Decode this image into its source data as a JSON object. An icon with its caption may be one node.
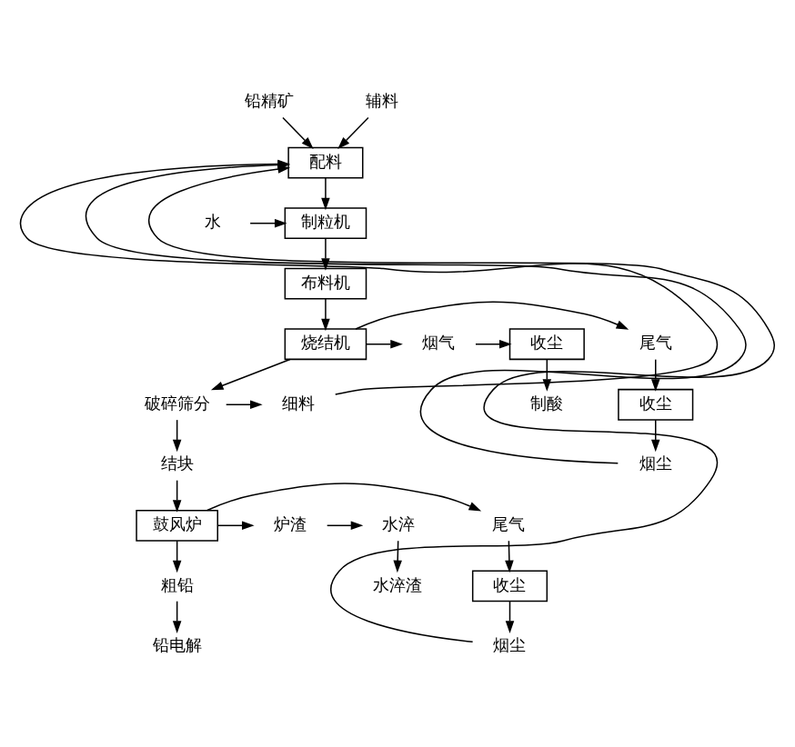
{
  "diagram": {
    "nodes": [
      {
        "text": [
          "铅精矿"
        ]
      },
      {
        "text": [
          "辅料"
        ]
      },
      {
        "text": [
          "配料"
        ]
      },
      {
        "text": [
          "水"
        ]
      },
      {
        "text": [
          "制粒机"
        ]
      },
      {
        "text": [
          "布料机"
        ]
      },
      {
        "text": [
          "烧结机"
        ]
      },
      {
        "text": [
          "尾气"
        ]
      },
      {
        "text": [
          "烟气"
        ]
      },
      {
        "text": [
          "收尘"
        ]
      },
      {
        "text": [
          "制酸"
        ]
      },
      {
        "text": [
          "收尘"
        ]
      },
      {
        "text": [
          "破碎筛分"
        ]
      },
      {
        "text": [
          "细料"
        ]
      },
      {
        "text": [
          "烟尘"
        ]
      },
      {
        "text": [
          "结块"
        ]
      },
      {
        "text": [
          "鼓风炉"
        ]
      },
      {
        "text": [
          "尾气"
        ]
      },
      {
        "text": [
          "炉渣"
        ]
      },
      {
        "text": [
          "水淬"
        ]
      },
      {
        "text": [
          "收尘"
        ]
      },
      {
        "text": [
          "粗铅"
        ]
      },
      {
        "text": [
          "水淬渣"
        ]
      },
      {
        "text": [
          "烟尘"
        ]
      },
      {
        "text": [
          "铅电解"
        ]
      }
    ],
    "edges": [
      {
        "from": 0,
        "to": 2,
        "arrow": "to"
      },
      {
        "from": 1,
        "to": 2,
        "arrow": "to"
      },
      {
        "from": 2,
        "to": 4,
        "arrow": "to"
      },
      {
        "from": 3,
        "to": 4,
        "arrow": "to"
      },
      {
        "from": 4,
        "to": 5,
        "arrow": "to"
      },
      {
        "from": 5,
        "to": 6,
        "arrow": "to"
      },
      {
        "from": 6,
        "to": 7,
        "arrow": "to"
      },
      {
        "from": 6,
        "to": 8,
        "arrow": "to"
      },
      {
        "from": 8,
        "to": 9,
        "arrow": "to"
      },
      {
        "from": 9,
        "to": 10,
        "arrow": "to"
      },
      {
        "from": 6,
        "to": 12,
        "arrow": "to"
      },
      {
        "from": 7,
        "to": 11,
        "arrow": "to"
      },
      {
        "from": 11,
        "to": 14,
        "arrow": "to"
      },
      {
        "from": 12,
        "to": 13,
        "arrow": "to"
      },
      {
        "from": 13,
        "to": 2,
        "arrow": "to"
      },
      {
        "from": 14,
        "to": 2,
        "arrow": "to"
      },
      {
        "from": 23,
        "to": 2,
        "arrow": "to"
      },
      {
        "from": 12,
        "to": 15,
        "arrow": "to"
      },
      {
        "from": 15,
        "to": 16,
        "arrow": "to"
      },
      {
        "from": 16,
        "to": 17,
        "arrow": "to"
      },
      {
        "from": 16,
        "to": 18,
        "arrow": "to"
      },
      {
        "from": 18,
        "to": 19,
        "arrow": "to"
      },
      {
        "from": 19,
        "to": 22,
        "arrow": "to"
      },
      {
        "from": 16,
        "to": 21,
        "arrow": "to"
      },
      {
        "from": 17,
        "to": 20,
        "arrow": "to"
      },
      {
        "from": 20,
        "to": 23,
        "arrow": "to"
      },
      {
        "from": 21,
        "to": 24,
        "arrow": "to"
      }
    ]
  }
}
